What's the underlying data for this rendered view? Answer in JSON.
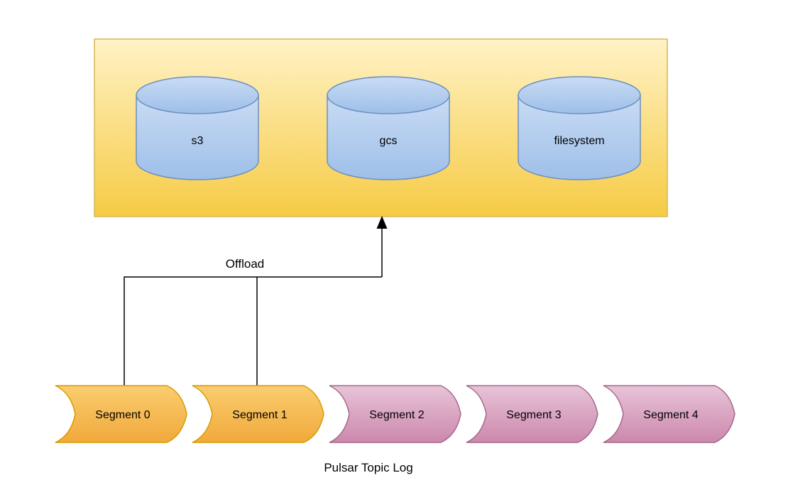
{
  "diagram": {
    "title": "Pulsar Topic Log",
    "offload_label": "Offload",
    "storage_backends": [
      {
        "label": "s3"
      },
      {
        "label": "gcs"
      },
      {
        "label": "filesystem"
      }
    ],
    "segments": [
      {
        "label": "Segment 0",
        "color_group": "orange"
      },
      {
        "label": "Segment 1",
        "color_group": "orange"
      },
      {
        "label": "Segment 2",
        "color_group": "pink"
      },
      {
        "label": "Segment 3",
        "color_group": "pink"
      },
      {
        "label": "Segment 4",
        "color_group": "pink"
      }
    ],
    "colors": {
      "storage_box_top": "#FFF2C6",
      "storage_box_bottom": "#F6CB45",
      "storage_box_border": "#D6B656",
      "cylinder_top": "#C9DCF4",
      "cylinder_bottom": "#9EBFE9",
      "cylinder_border": "#6C8EBF",
      "segment_orange_top": "#FACD6F",
      "segment_orange_bottom": "#F1A93C",
      "segment_orange_border": "#D79B00",
      "segment_pink_top": "#E8C4D8",
      "segment_pink_bottom": "#CC88AC",
      "segment_pink_border": "#A5688B",
      "connector": "#000000",
      "text": "#000000"
    }
  }
}
